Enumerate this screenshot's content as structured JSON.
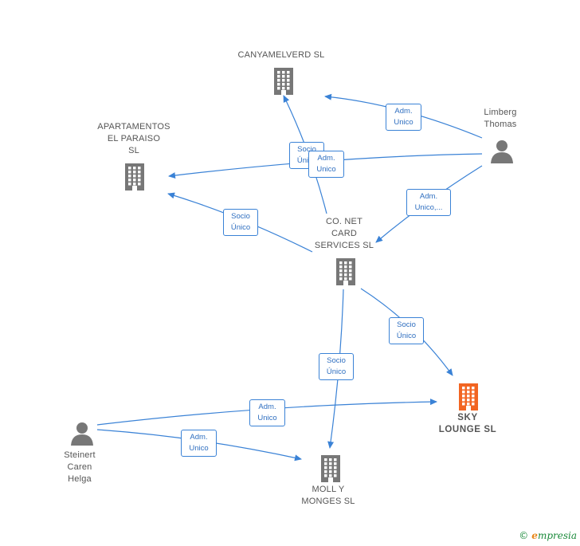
{
  "nodes": {
    "canyamelverd": {
      "label": "CANYAMELVERD SL",
      "icon": "building-icon",
      "color": "#777777"
    },
    "apartamentos": {
      "label": "APARTAMENTOS\nEL PARAISO\nSL",
      "icon": "building-icon",
      "color": "#777777"
    },
    "conet": {
      "label": "CO.  NET\nCARD\nSERVICES  SL",
      "icon": "building-icon",
      "color": "#777777"
    },
    "skylounge": {
      "label": "SKY\nLOUNGE  SL",
      "icon": "building-icon",
      "color": "#f26522"
    },
    "moll": {
      "label": "MOLL Y\nMONGES  SL",
      "icon": "building-icon",
      "color": "#777777"
    },
    "limberg": {
      "label": "Limberg\nThomas",
      "icon": "person-icon",
      "color": "#777777"
    },
    "steinert": {
      "label": "Steinert\nCaren\nHelga",
      "icon": "person-icon",
      "color": "#777777"
    }
  },
  "edges": [
    {
      "id": "limberg-canyamelverd",
      "label": "Adm.\nUnico"
    },
    {
      "id": "conet-canyamelverd",
      "label": "Socio\nÚnico"
    },
    {
      "id": "limberg-apartamentos",
      "label": "Adm.\nUnico"
    },
    {
      "id": "conet-apartamentos",
      "label": "Socio\nÚnico"
    },
    {
      "id": "limberg-conet",
      "label": "Adm.\nUnico,..."
    },
    {
      "id": "conet-skylounge",
      "label": "Socio\nÚnico"
    },
    {
      "id": "conet-moll",
      "label": "Socio\nÚnico"
    },
    {
      "id": "steinert-skylounge",
      "label": "Adm.\nUnico"
    },
    {
      "id": "steinert-moll",
      "label": "Adm.\nUnico"
    }
  ],
  "colors": {
    "edge": "#3a82d6",
    "node": "#777777",
    "highlight": "#f26522"
  },
  "credit": {
    "symbol": "©",
    "brand_initial": "e",
    "brand_rest": "mpresia"
  }
}
